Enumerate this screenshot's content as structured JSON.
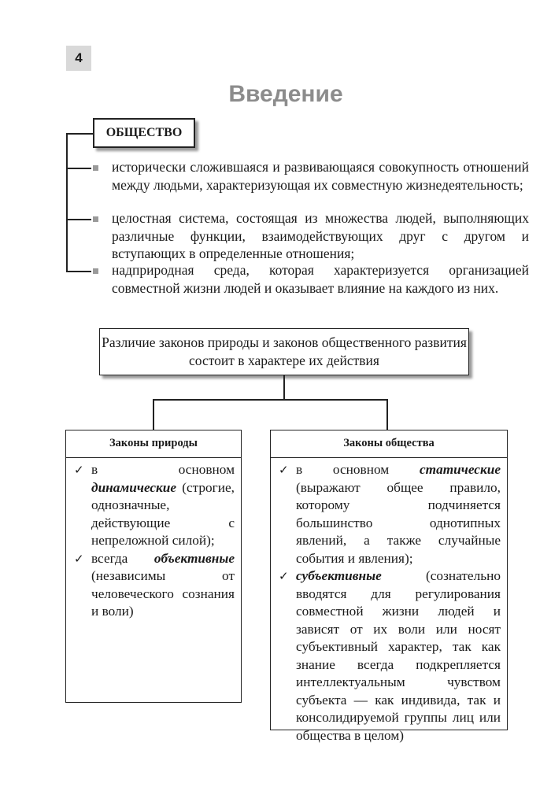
{
  "page_number": "4",
  "title": "Введение",
  "term": "ОБЩЕСТВО",
  "definitions": [
    "исторически сложившаяся и развивающаяся совокупность отношений между людьми, характеризующая их совместную жизнедеятельность;",
    "целостная система, состоящая из множества людей, выполняющих различные функции, взаимодействующих друг с другом и вступающих в определенные отношения;",
    "надприродная среда, которая характеризуется организацией совместной жизни людей и оказывает влияние на каждого из них."
  ],
  "diagram": {
    "top": "Различие законов природы и законов общественного развития состоит в характере их действия",
    "left": {
      "heading": "Законы природы",
      "items": [
        {
          "pre": "в основном ",
          "em": "динамические",
          "post": " (строгие, однозначные, действующие с непреложной силой);"
        },
        {
          "pre": "всегда ",
          "em": "объективные",
          "post": " (независимы от человеческого сознания и воли)"
        }
      ]
    },
    "right": {
      "heading": "Законы общества",
      "items": [
        {
          "pre": "в основном ",
          "em": "статические",
          "post": " (выражают общее правило, которому подчиняется большинство однотипных явлений, а также случайные события и явления);"
        },
        {
          "pre": "",
          "em": "субъективные",
          "post": " (сознательно вводятся для регулирования совместной жизни людей и зависят от их воли или носят субъективный характер, так как знание всегда подкрепляется интеллектуальным чувством субъекта — как индивида, так и консолидируемой группы лиц или общества в целом)"
        }
      ]
    },
    "check_mark": "✓"
  }
}
